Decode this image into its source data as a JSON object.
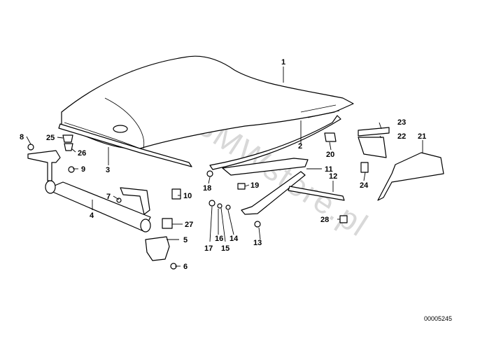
{
  "callouts": [
    "1",
    "2",
    "3",
    "4",
    "5",
    "6",
    "7",
    "8",
    "9",
    "10",
    "11",
    "12",
    "13",
    "14",
    "15",
    "16",
    "17",
    "18",
    "19",
    "20",
    "21",
    "22",
    "23",
    "24",
    "25",
    "26",
    "27",
    "28"
  ],
  "diagram_code": "00005245",
  "watermark": "www.BMWstore.pl"
}
